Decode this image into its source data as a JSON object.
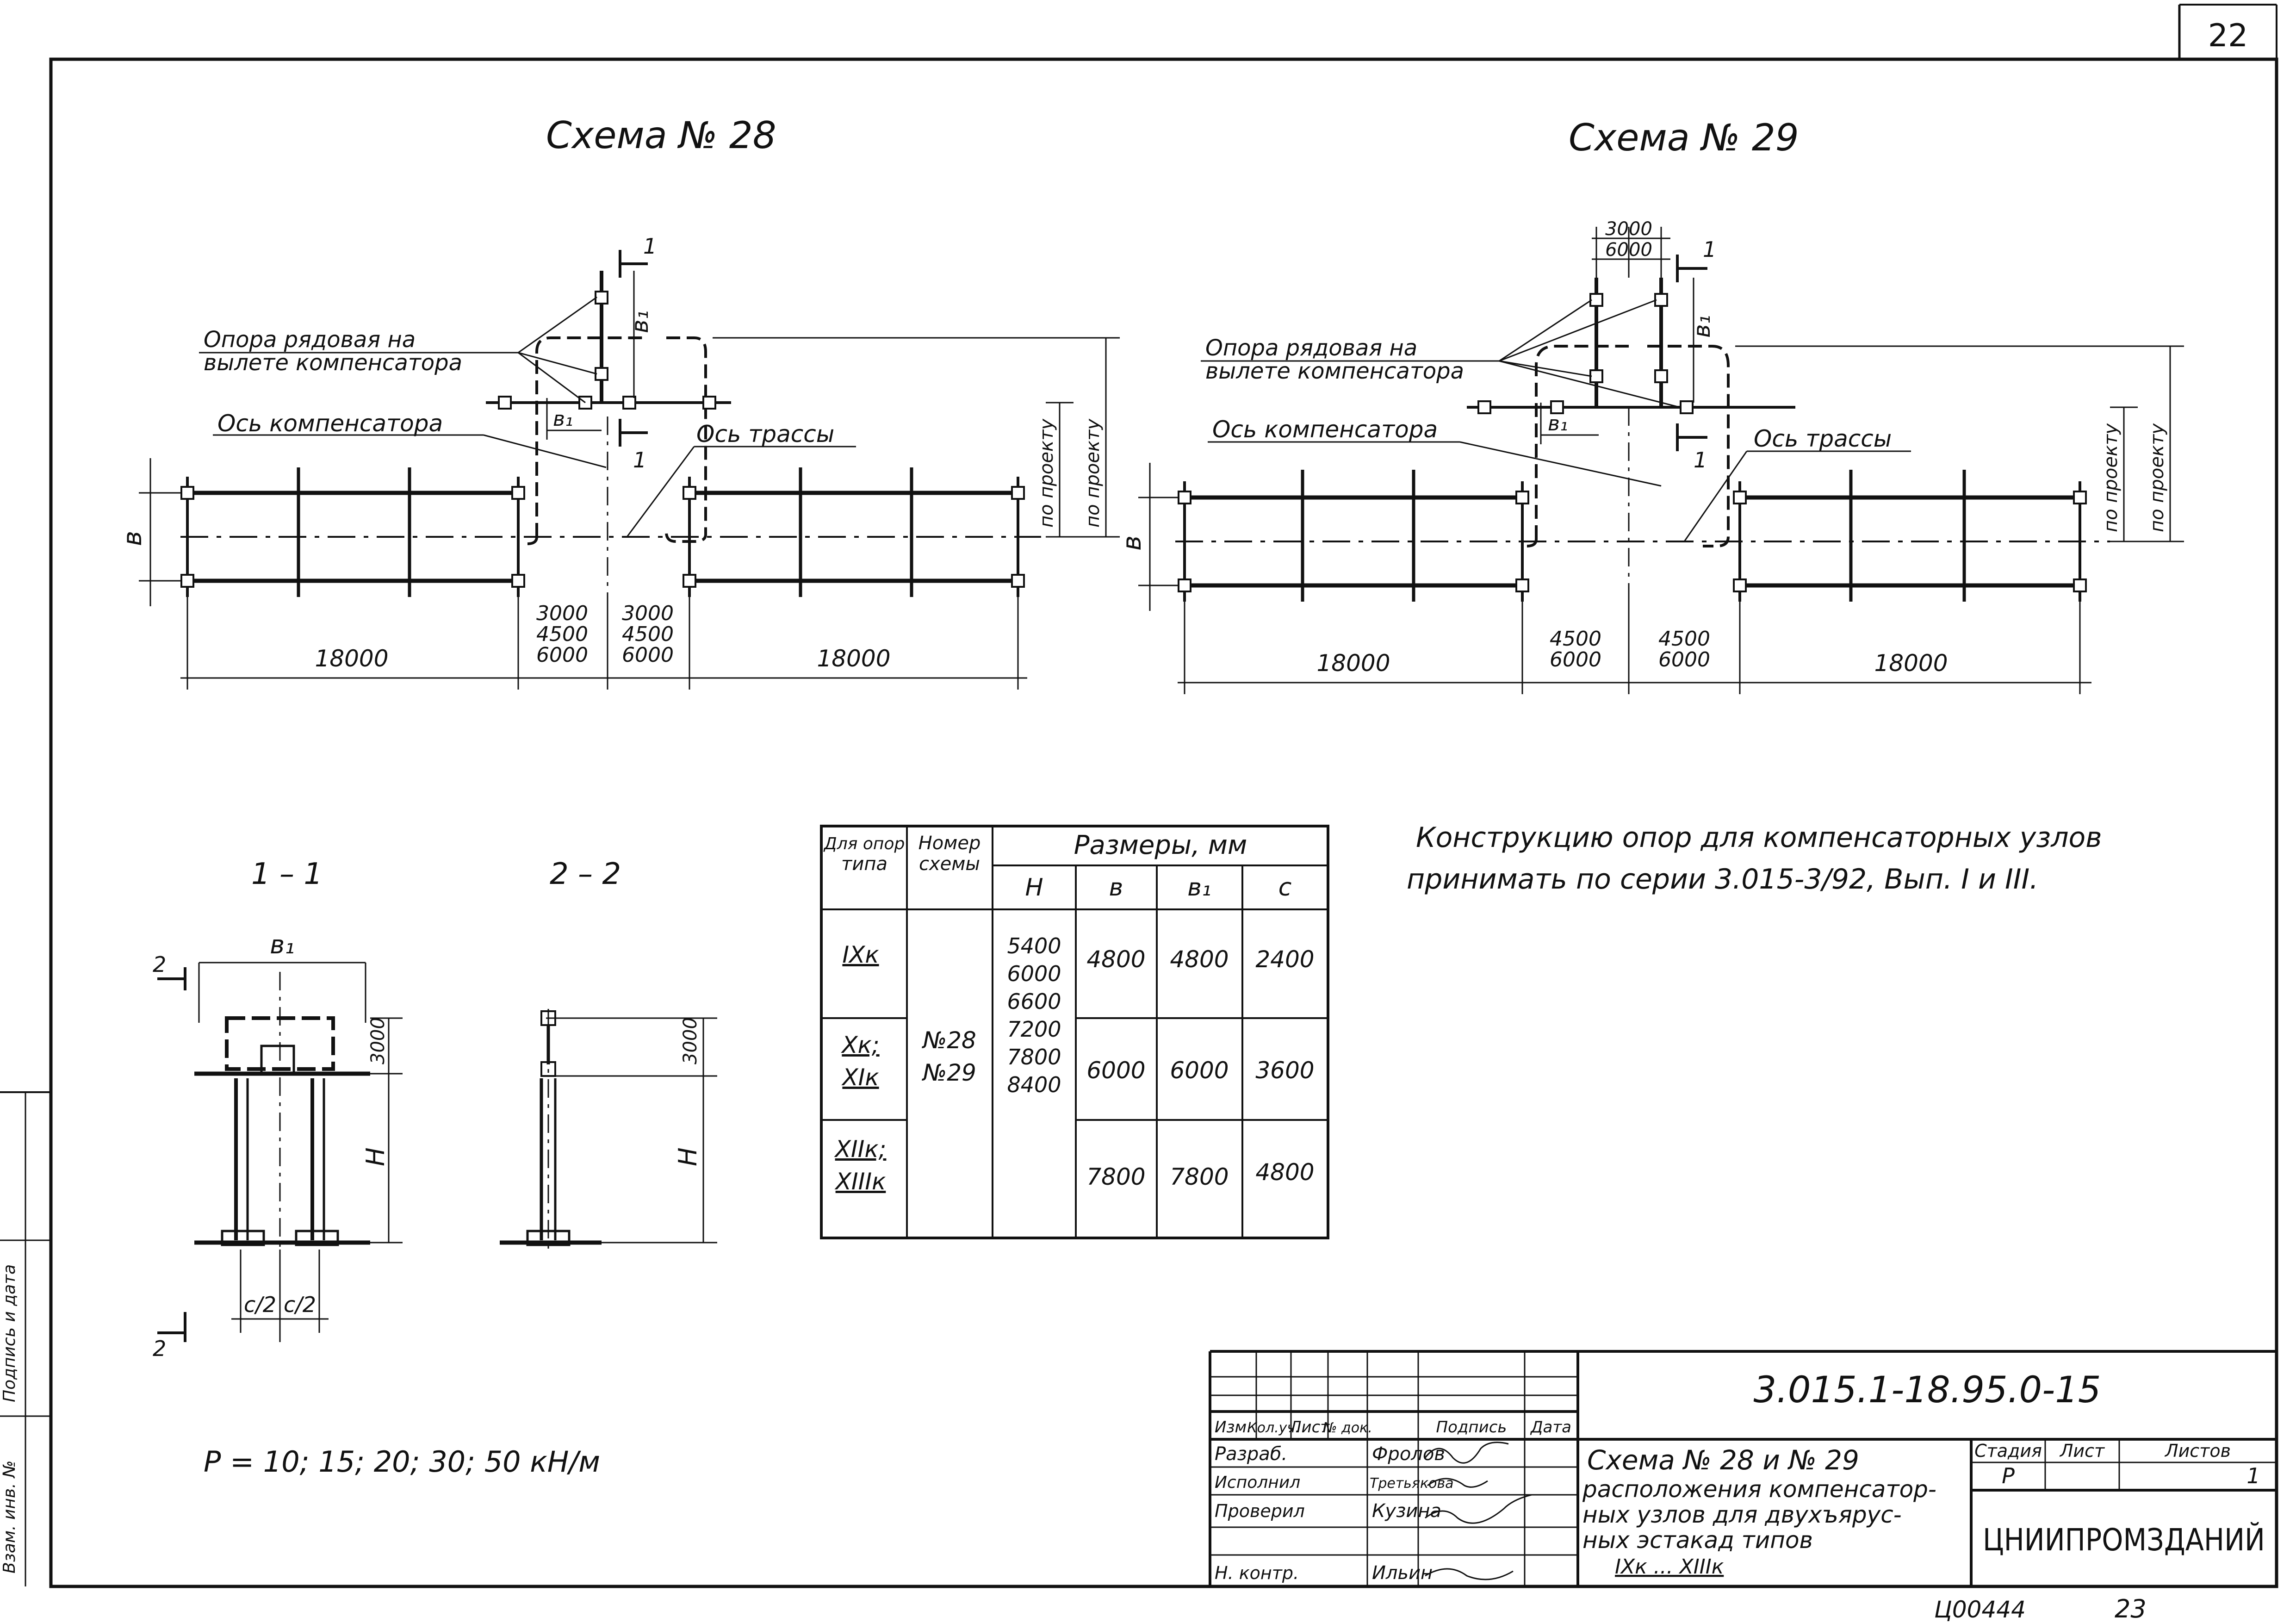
{
  "sheet": {
    "page_number": "22",
    "scheme_28_title": "Схема № 28",
    "scheme_29_title": "Схема № 29",
    "note_line1": "Конструкцию опор для компенсаторных узлов",
    "note_line2": "принимать по серии 3.015-3/92, Вып. I и III.",
    "load_note": "P = 10; 15; 20; 30; 50 кН/м",
    "bottom_code": "Ц00444",
    "bottom_number": "23"
  },
  "scheme28": {
    "support_label_1": "Опора рядовая на",
    "support_label_2": "вылете компенсатора",
    "comp_axis": "Ось компенсатора",
    "route_axis": "Ось трассы",
    "by_project_1": "по проекту",
    "by_project_2": "по проекту",
    "width_label": "в",
    "b1_top": "в₁",
    "b1_mid": "в₁",
    "cut_1a": "1",
    "cut_1b": "1",
    "dim_left": "18000",
    "dim_right": "18000",
    "dim_stack_left": [
      "3000",
      "4500",
      "6000"
    ],
    "dim_stack_right": [
      "3000",
      "4500",
      "6000"
    ]
  },
  "scheme29": {
    "support_label_1": "Опора рядовая на",
    "support_label_2": "вылете компенсатора",
    "comp_axis": "Ось компенсатора",
    "route_axis": "Ось трассы",
    "by_project_1": "по проекту",
    "by_project_2": "по проекту",
    "width_label": "в",
    "b1_top": "в₁",
    "b1_mid": "в₁",
    "top_dims": [
      "3000",
      "6000"
    ],
    "cut_1a": "1",
    "cut_1b": "1",
    "dim_left": "18000",
    "dim_right": "18000",
    "dim_stack_left": [
      "4500",
      "6000"
    ],
    "dim_stack_right": [
      "4500",
      "6000"
    ]
  },
  "sections": {
    "sec11_title": "1 – 1",
    "sec22_title": "2 – 2",
    "b1": "в₁",
    "dim_3000_a": "3000",
    "dim_3000_b": "3000",
    "H_a": "Н",
    "H_b": "Н",
    "c2_a": "c/2",
    "c2_b": "c/2",
    "cut2_top": "2",
    "cut2_bottom": "2"
  },
  "dim_table": {
    "head_type": [
      "Для опор",
      "типа"
    ],
    "head_scheme": [
      "Номер",
      "схемы"
    ],
    "head_sizes": "Размеры, мм",
    "cols": [
      "Н",
      "в",
      "в₁",
      "с"
    ],
    "types": [
      {
        "lines": [
          "IXк"
        ]
      },
      {
        "lines": [
          "Xк;",
          "XIк"
        ]
      },
      {
        "lines": [
          "XIIк;",
          "XIIIк"
        ]
      }
    ],
    "schemes": [
      "№28",
      "№29"
    ],
    "H_values": [
      "5400",
      "6000",
      "6600",
      "7200",
      "7800",
      "8400"
    ],
    "rows": [
      {
        "b": "4800",
        "b1": "4800",
        "c": "2400"
      },
      {
        "b": "6000",
        "b1": "6000",
        "c": "3600"
      },
      {
        "b": "7800",
        "b1": "7800",
        "c": "4800"
      }
    ]
  },
  "title_block": {
    "doc_code": "3.015.1-18.95.0-15",
    "col_heads": [
      "Изм.",
      "Кол.уч.",
      "Лист",
      "№ док.",
      "Подпись",
      "Дата"
    ],
    "people": [
      {
        "role": "Разраб.",
        "name": "Фролов"
      },
      {
        "role": "Исполнил",
        "name": "Третьякова"
      },
      {
        "role": "Проверил",
        "name": "Кузина"
      },
      {
        "role": "",
        "name": ""
      },
      {
        "role": "Н. контр.",
        "name": "Ильин"
      }
    ],
    "title_lines": [
      "Схема № 28 и № 29",
      "расположения компенсатор-",
      "ных узлов для двухъярус-",
      "ных эстакад типов",
      "IXк ... XIIIк"
    ],
    "stage_head": "Стадия",
    "sheet_head": "Лист",
    "sheets_head": "Листов",
    "stage_val": "Р",
    "sheet_val": "",
    "sheets_val": "1",
    "org": "ЦНИИПРОМЗДАНИЙ"
  },
  "left_strip": {
    "label_a": "Взам. инв. №",
    "label_b": "Подпись и дата"
  }
}
